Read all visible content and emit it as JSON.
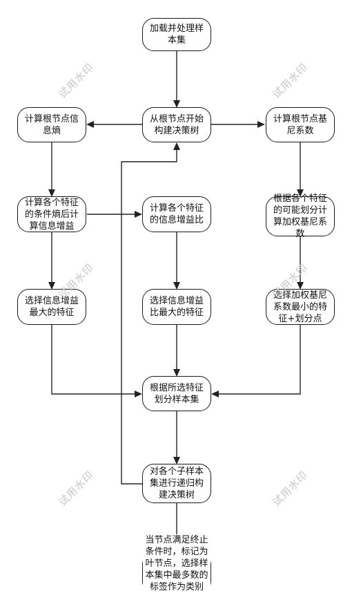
{
  "nodes": {
    "load": "加载并处理样本集",
    "root": "从根节点开始构建决策树",
    "entropy": "计算根节点信息熵",
    "gini": "计算根节点基尼系数",
    "cond_entropy": "计算各个特征的条件熵后计算信息增益",
    "gain_ratio": "计算各个特征的信息增益比",
    "weighted_gini": "根据各个特征的可能划分计算加权基尼系数",
    "max_gain": "选择信息增益最大的特征",
    "max_gain_ratio": "选择信息增益比最大的特征",
    "min_gini": "选择加权基尼系数最小的特征+划分点",
    "split": "根据所选特征划分样本集",
    "recurse": "对各个子样本集进行递归构建决策树",
    "leaf": "当节点满足终止条件时，标记为叶节点，选择样本集中最多数的标签作为类别"
  },
  "watermark": "试用水印"
}
